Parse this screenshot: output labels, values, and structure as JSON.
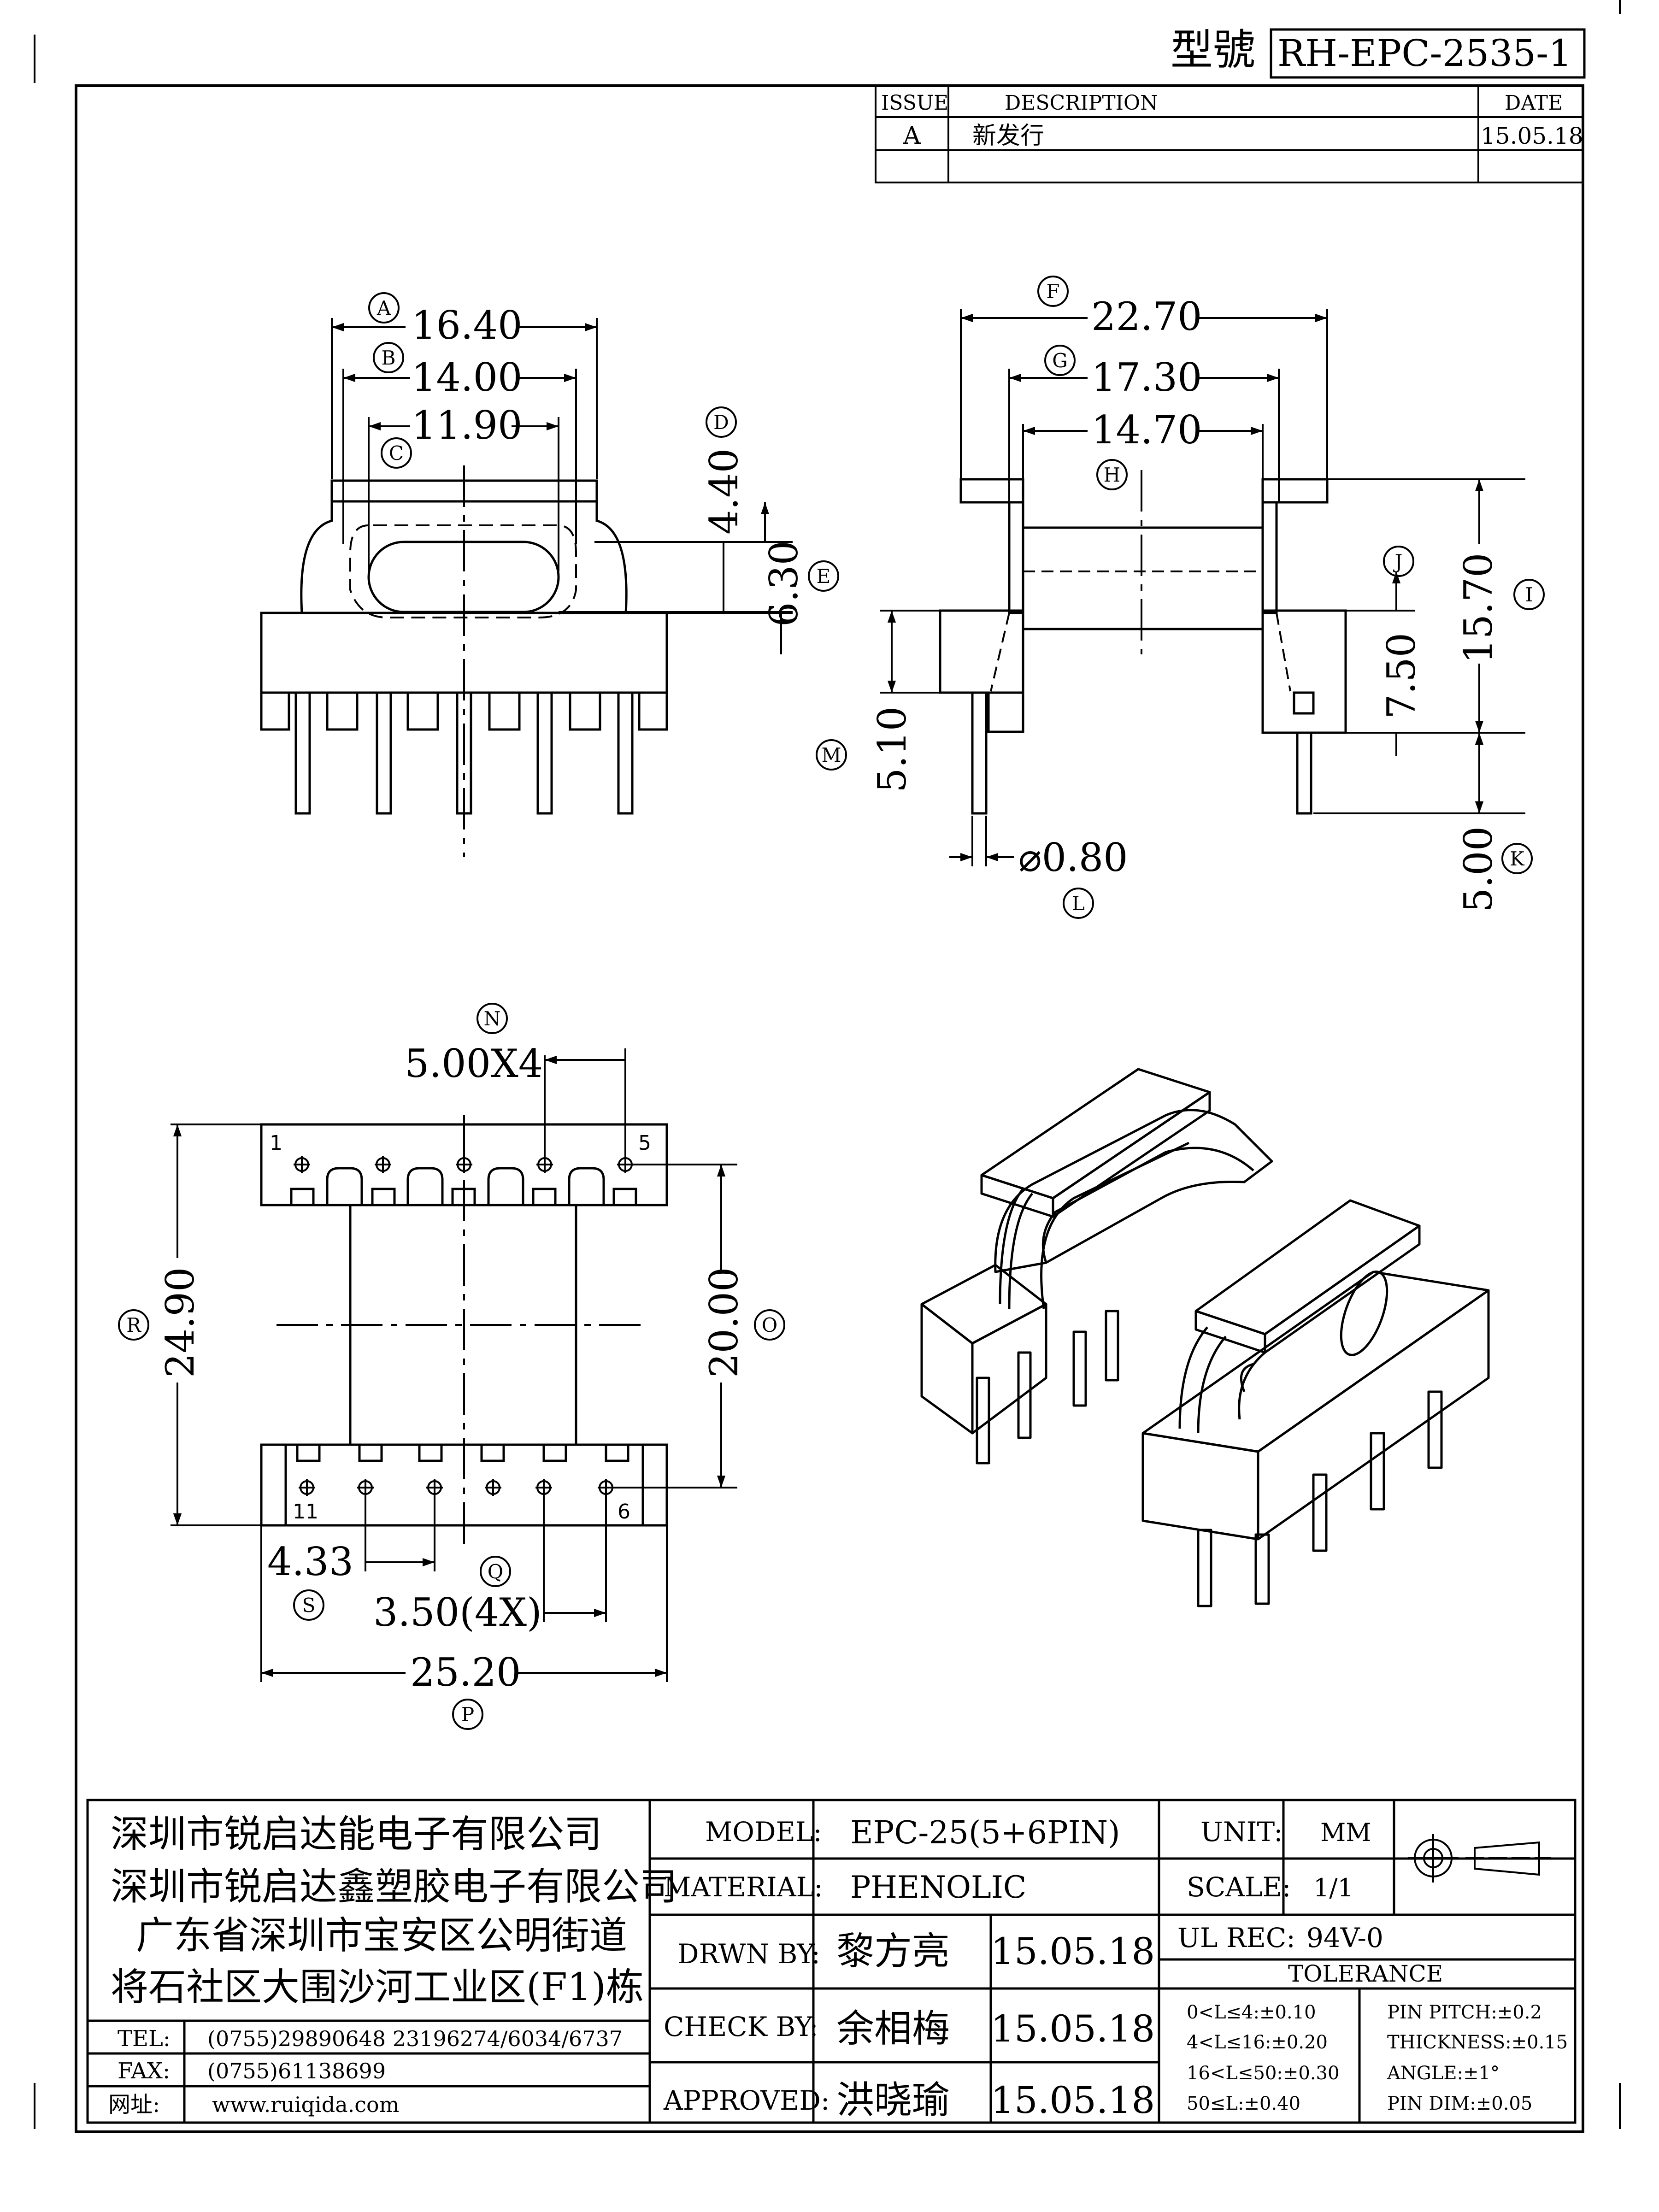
{
  "header": {
    "model_label": "型號",
    "part_number": "RH-EPC-2535-1"
  },
  "revision_table": {
    "columns": [
      "ISSUE",
      "DESCRIPTION",
      "DATE"
    ],
    "rows": [
      {
        "issue": "A",
        "description": "新发行",
        "date": "15.05.18"
      },
      {
        "issue": "",
        "description": "",
        "date": ""
      }
    ]
  },
  "dimensions": {
    "A": {
      "label": "A",
      "value": "16.40"
    },
    "B": {
      "label": "B",
      "value": "14.00"
    },
    "C": {
      "label": "C",
      "value": "11.90"
    },
    "D": {
      "label": "D",
      "value": "4.40"
    },
    "E": {
      "label": "E",
      "value": "6.30"
    },
    "F": {
      "label": "F",
      "value": "22.70"
    },
    "G": {
      "label": "G",
      "value": "17.30"
    },
    "H": {
      "label": "H",
      "value": "14.70"
    },
    "I": {
      "label": "I",
      "value": "15.70"
    },
    "J": {
      "label": "J",
      "value": "7.50"
    },
    "K": {
      "label": "K",
      "value": "5.00"
    },
    "L": {
      "label": "L",
      "value": "⌀0.80"
    },
    "M": {
      "label": "M",
      "value": "5.10"
    },
    "N": {
      "label": "N",
      "value": "5.00X4"
    },
    "O": {
      "label": "O",
      "value": "20.00"
    },
    "P": {
      "label": "P",
      "value": "25.20"
    },
    "Q": {
      "label": "Q",
      "value": "3.50(4X)"
    },
    "R": {
      "label": "R",
      "value": "24.90"
    },
    "S": {
      "label": "S",
      "value": "4.33"
    }
  },
  "pin_labels": {
    "pin1": "1",
    "pin5": "5",
    "pin6": "6",
    "pin11": "11"
  },
  "title_block": {
    "company": [
      "深圳市锐启达能电子有限公司",
      "深圳市锐启达鑫塑胶电子有限公司",
      "广东省深圳市宝安区公明街道",
      "将石社区大围沙河工业区(F1)栋"
    ],
    "contact": [
      {
        "label": "TEL:",
        "value": "(0755)29890648   23196274/6034/6737"
      },
      {
        "label": "FAX:",
        "value": "(0755)61138699"
      },
      {
        "label": "网址:",
        "value": "www.ruiqida.com"
      }
    ],
    "model_label": "MODEL:",
    "model_value": "EPC-25(5+6PIN)",
    "material_label": "MATERIAL:",
    "material_value": "PHENOLIC",
    "unit_label": "UNIT:",
    "unit_value": "MM",
    "scale_label": "SCALE:",
    "scale_value": "1/1",
    "ul_label": "UL REC:",
    "ul_value": "94V-0",
    "tolerance_label": "TOLERANCE",
    "drawn_label": "DRWN BY:",
    "drawn_name": "黎方亮",
    "drawn_date": "15.05.18",
    "check_label": "CHECK BY:",
    "check_name": "余相梅",
    "check_date": "15.05.18",
    "approved_label": "APPROVED:",
    "approved_name": "洪晓瑜",
    "approved_date": "15.05.18",
    "tolerance_left": [
      "0<L≤4:±0.10",
      "4<L≤16:±0.20",
      "16<L≤50:±0.30",
      "50≤L:±0.40"
    ],
    "tolerance_right": [
      "PIN PITCH:±0.2",
      "THICKNESS:±0.15",
      "ANGLE:±1°",
      "PIN DIM:±0.05"
    ]
  }
}
